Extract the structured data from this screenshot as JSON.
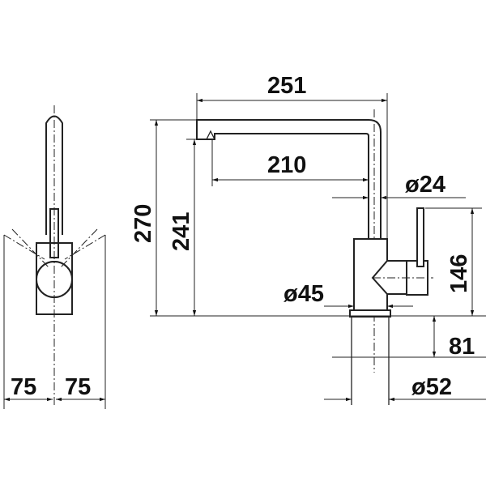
{
  "dimensions": {
    "reach_total": "251",
    "reach_spout": "210",
    "spout_diameter": "ø24",
    "height_total": "270",
    "height_outlet": "241",
    "lever_height": "146",
    "body_diameter": "ø45",
    "shank_length": "81",
    "base_diameter": "ø52",
    "swivel_left": "75",
    "swivel_right": "75"
  }
}
